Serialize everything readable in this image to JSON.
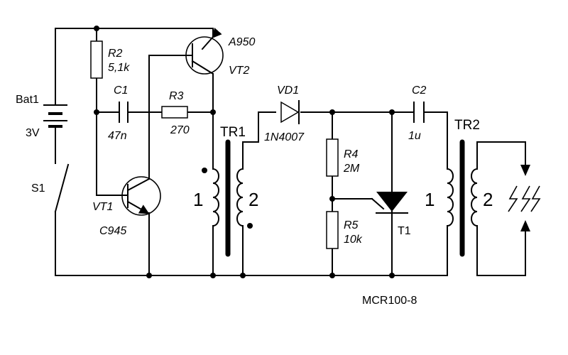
{
  "battery": {
    "name": "Bat1",
    "voltage": "3V"
  },
  "switch": {
    "name": "S1"
  },
  "r2": {
    "name": "R2",
    "value": "5,1k"
  },
  "c1": {
    "name": "C1",
    "value": "47n"
  },
  "r3": {
    "name": "R3",
    "value": "270"
  },
  "vt2": {
    "name": "VT2",
    "part": "A950"
  },
  "vt1": {
    "name": "VT1",
    "part": "C945"
  },
  "tr1": {
    "name": "TR1",
    "primary": "1",
    "secondary": "2"
  },
  "vd1": {
    "name": "VD1",
    "part": "1N4007"
  },
  "r4": {
    "name": "R4",
    "value": "2M"
  },
  "r5": {
    "name": "R5",
    "value": "10k"
  },
  "t1": {
    "name": "T1",
    "part": "MCR100-8"
  },
  "c2": {
    "name": "C2",
    "value": "1u"
  },
  "tr2": {
    "name": "TR2",
    "primary": "1",
    "secondary": "2"
  }
}
